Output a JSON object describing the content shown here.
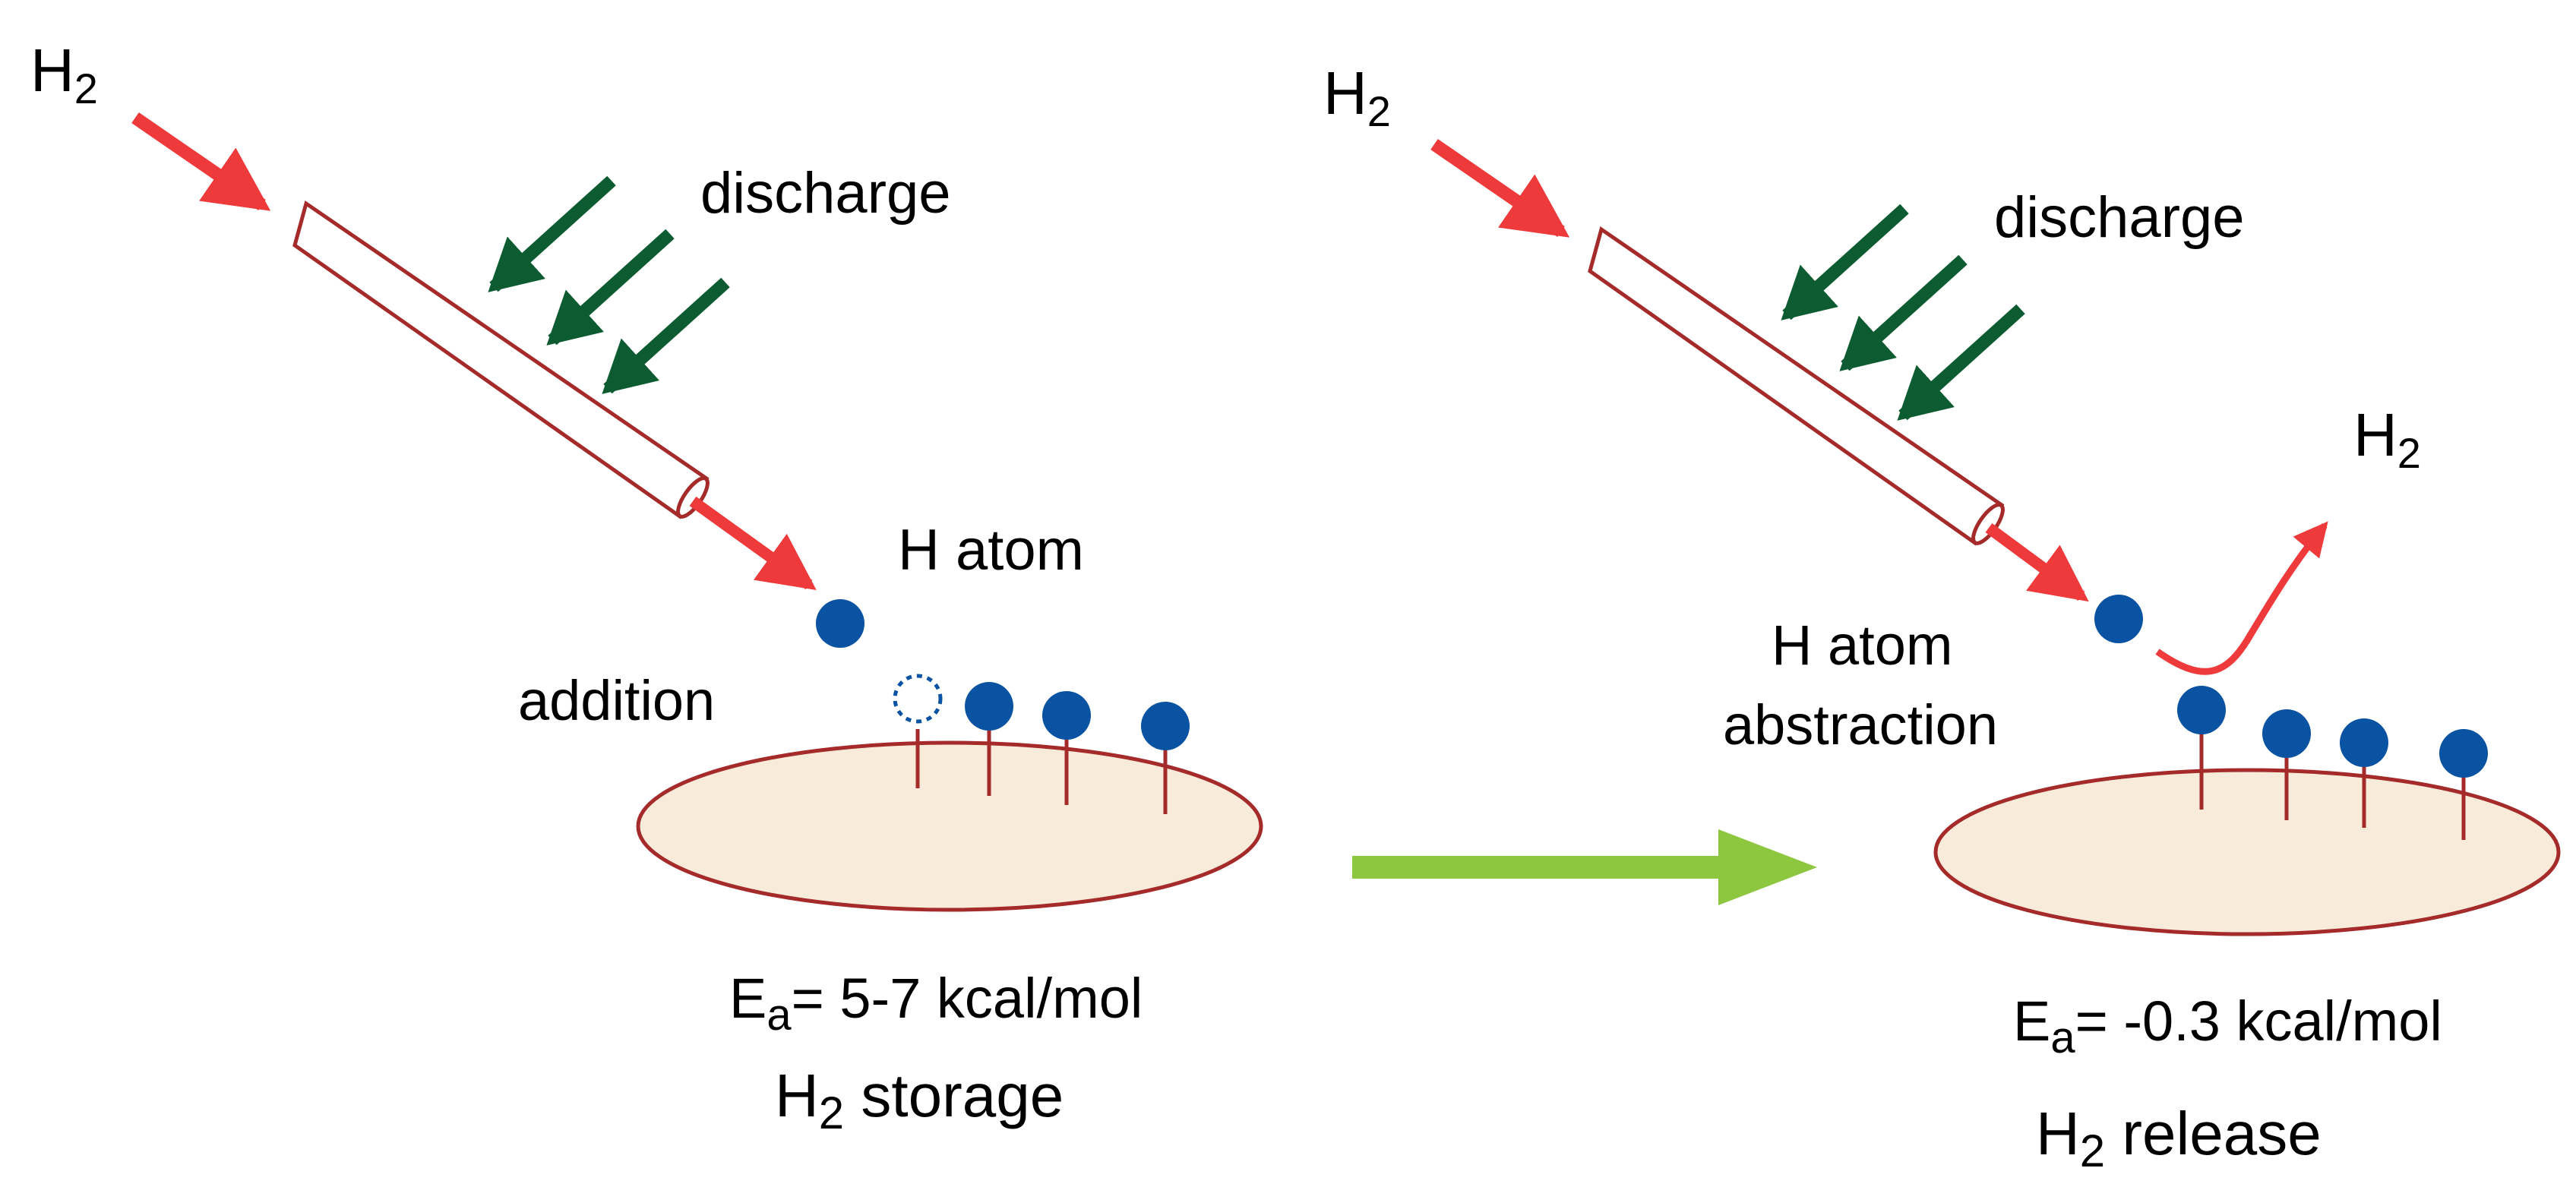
{
  "colors": {
    "feed_arrow": "#ee3a3a",
    "discharge_arrow": "#0d5c31",
    "tube_stroke": "#a52a2a",
    "surface_fill": "#f8ebd9",
    "surface_stroke": "#a52a2a",
    "atom_fill": "#0a53a3",
    "process_arrow": "#8dc63f"
  },
  "left_panel": {
    "h2_base": "H",
    "h2_sub": "2",
    "discharge": "discharge",
    "h_atom": "H atom",
    "addition": "addition",
    "energy_base": "E",
    "energy_sub": "a",
    "energy_value": "= 5-7 kcal/mol",
    "caption_base": "H",
    "caption_sub": "2",
    "caption_rest": " storage"
  },
  "right_panel": {
    "h2_base": "H",
    "h2_sub": "2",
    "discharge": "discharge",
    "h2_out_base": "H",
    "h2_out_sub": "2",
    "h_atom": "H atom",
    "abstraction": "abstraction",
    "energy_base": "E",
    "energy_sub": "a",
    "energy_value": "= -0.3 kcal/mol",
    "caption_base": "H",
    "caption_sub": "2",
    "caption_rest": " release"
  }
}
